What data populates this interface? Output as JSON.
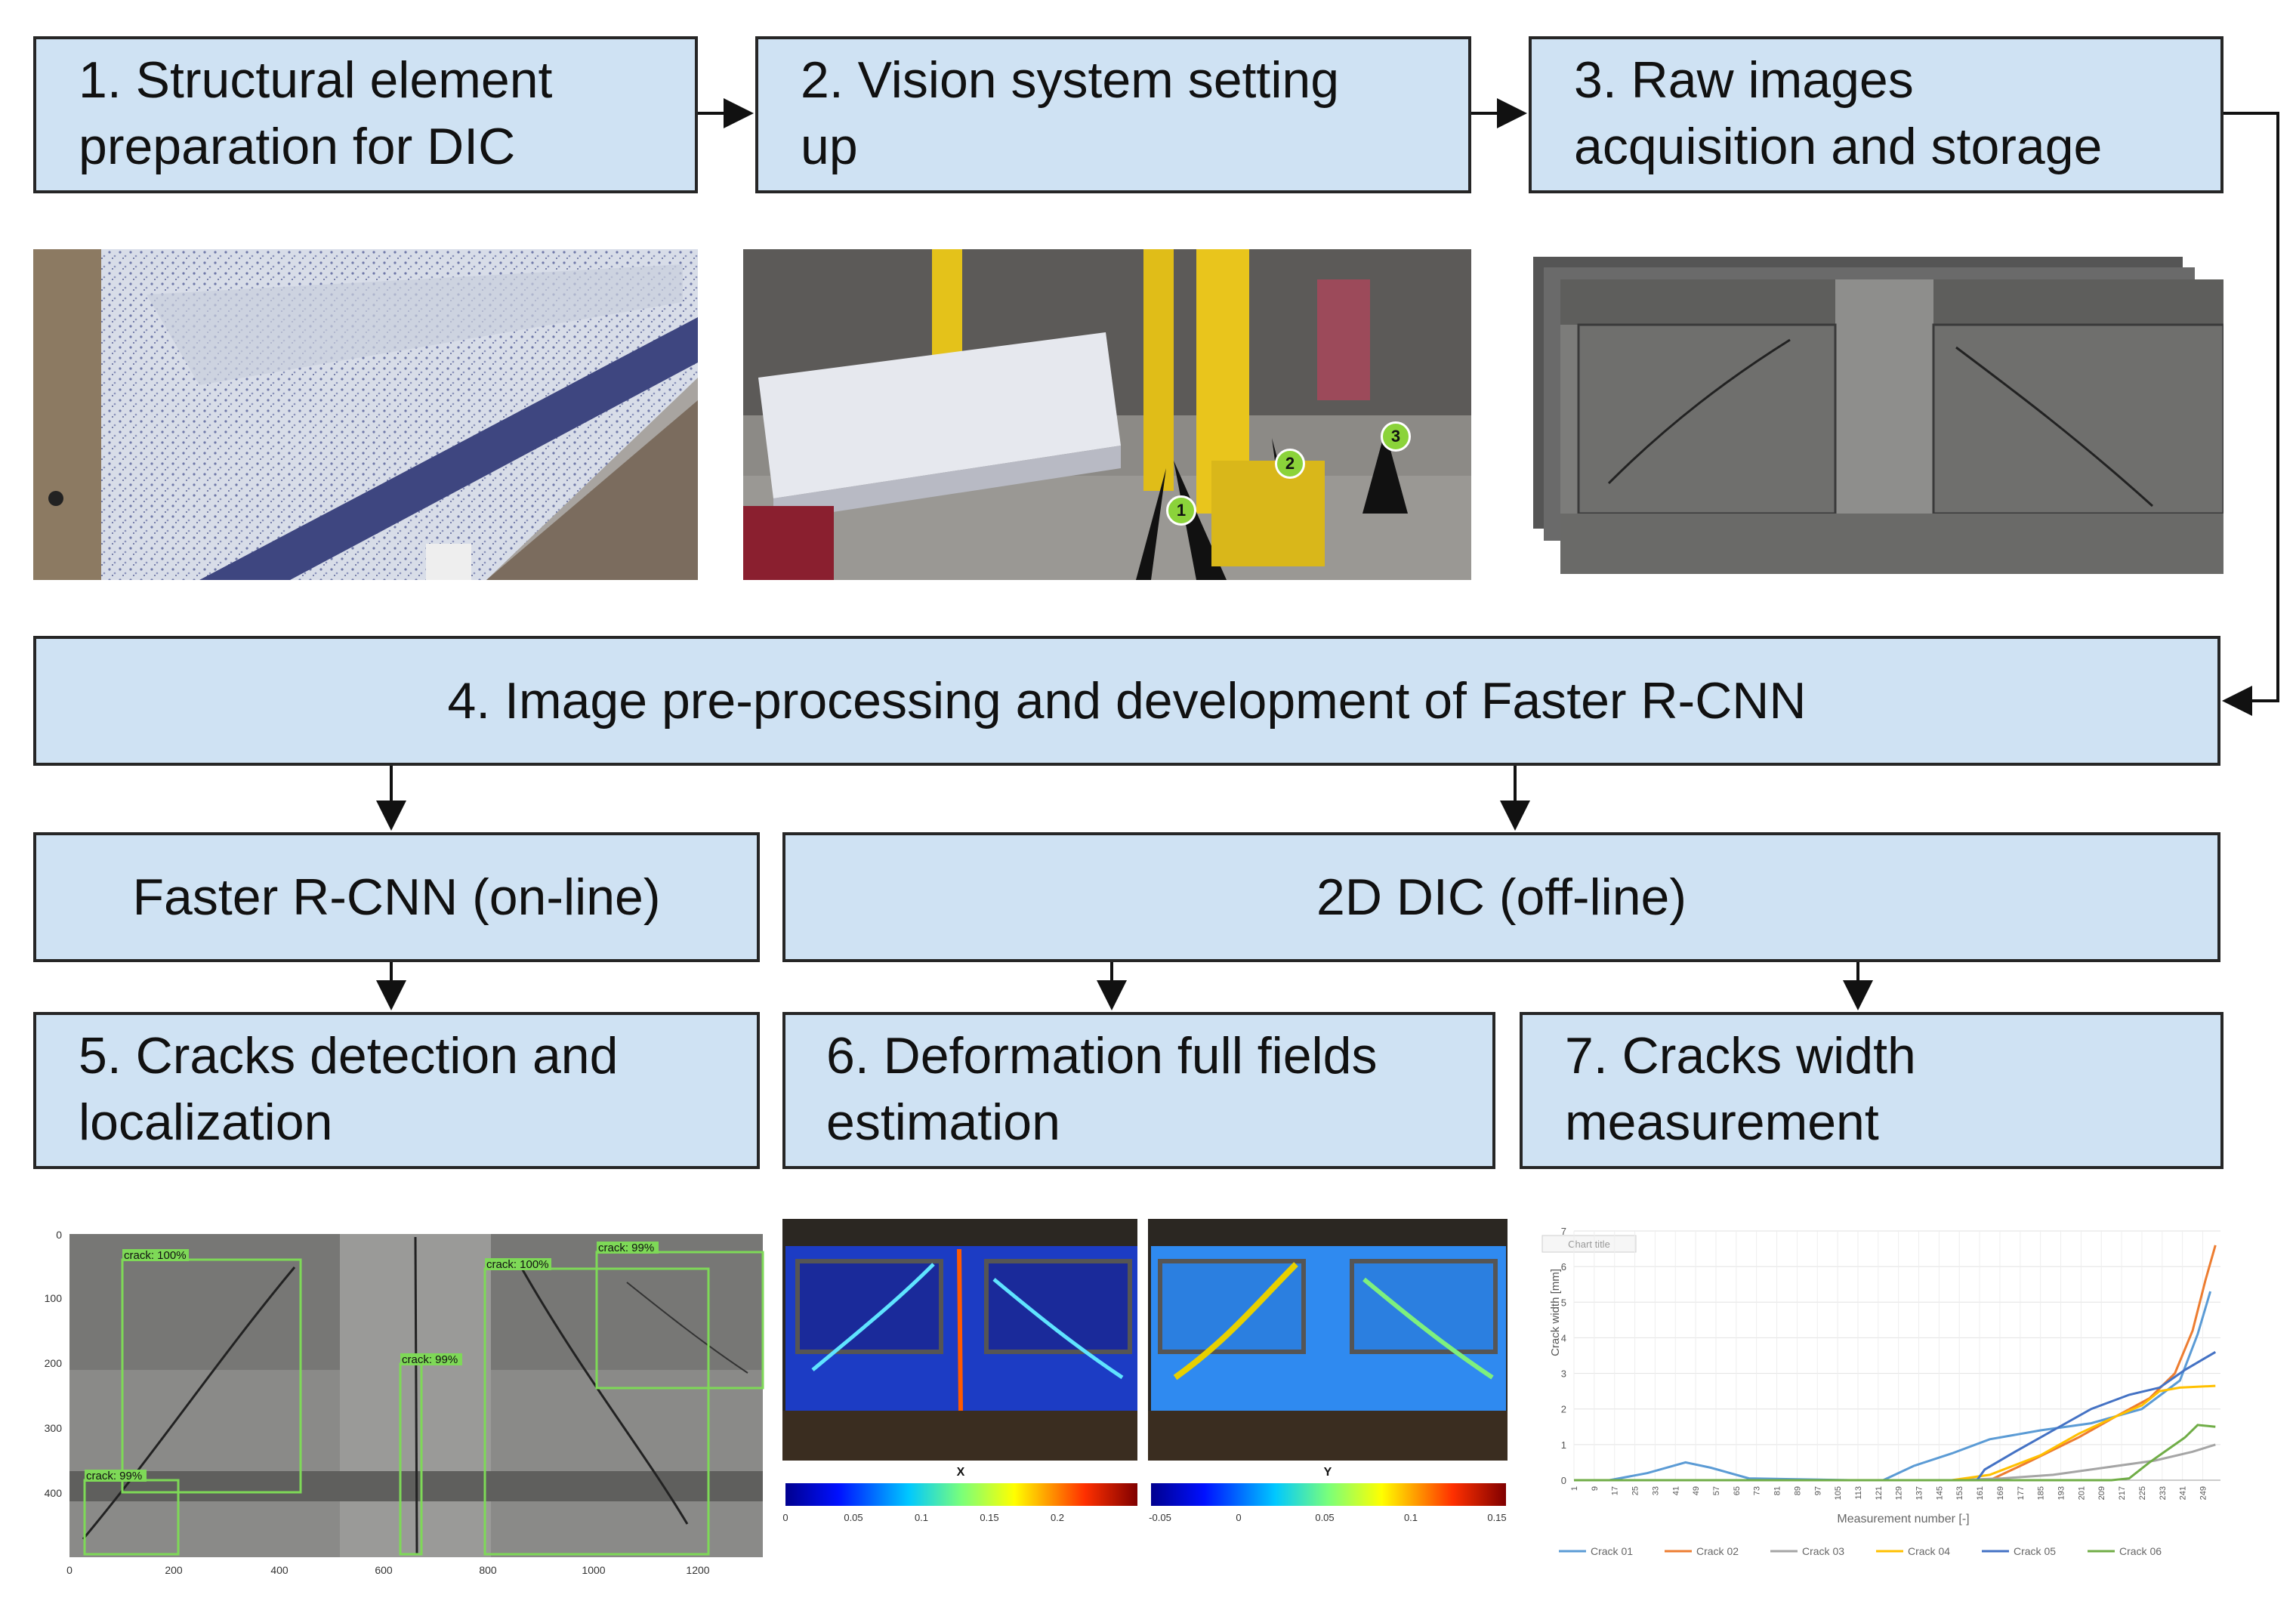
{
  "steps": {
    "s1": {
      "line1": "1. Structural element",
      "line2": "preparation for DIC"
    },
    "s2": {
      "line1": "2. Vision system setting",
      "line2": "up"
    },
    "s3": {
      "line1": "3. Raw images",
      "line2": "acquisition and storage"
    },
    "s4": {
      "text": "4. Image pre-processing and development of Faster R-CNN"
    },
    "online": {
      "text": "Faster R-CNN (on-line)"
    },
    "offline": {
      "text": "2D DIC (off-line)"
    },
    "s5": {
      "line1": "5. Cracks detection and",
      "line2": "localization"
    },
    "s6": {
      "line1": "6. Deformation full fields",
      "line2": "estimation"
    },
    "s7": {
      "line1": "7. Cracks width",
      "line2": "measurement"
    }
  },
  "camera_markers": [
    "1",
    "2",
    "3"
  ],
  "detection": {
    "labels": [
      "crack: 100%",
      "crack: 99%",
      "crack: 100%",
      "crack: 99%",
      "crack: 99%"
    ],
    "y_ticks": [
      "0",
      "100",
      "200",
      "300",
      "400"
    ],
    "x_ticks": [
      "0",
      "200",
      "400",
      "600",
      "800",
      "1000",
      "1200"
    ]
  },
  "dic": {
    "x_label": "X",
    "y_label": "Y",
    "x_scale": [
      "0",
      "0.05",
      "0.1",
      "0.15",
      "0.2"
    ],
    "y_scale": [
      "-0.05",
      "0",
      "0.05",
      "0.1",
      "0.15"
    ]
  },
  "chart_data": {
    "type": "line",
    "ylabel": "Crack width [mm]",
    "xlabel": "Measurement number [-]",
    "legend_title": "Chart title",
    "ylim": [
      0,
      7
    ],
    "y_ticks": [
      "0",
      "1",
      "2",
      "3",
      "4",
      "5",
      "6",
      "7"
    ],
    "x_ticks": [
      "1",
      "9",
      "17",
      "25",
      "33",
      "41",
      "49",
      "57",
      "65",
      "73",
      "81",
      "89",
      "97",
      "105",
      "113",
      "121",
      "129",
      "137",
      "145",
      "153",
      "161",
      "169",
      "177",
      "185",
      "193",
      "201",
      "209",
      "217",
      "225",
      "233",
      "241",
      "249"
    ],
    "xlim": [
      1,
      256
    ],
    "legend_position": "bottom",
    "series": [
      {
        "name": "Crack 01",
        "color": "#5b9bd5",
        "points": [
          [
            1,
            0
          ],
          [
            15,
            0
          ],
          [
            30,
            0.2
          ],
          [
            45,
            0.5
          ],
          [
            55,
            0.35
          ],
          [
            70,
            0.05
          ],
          [
            110,
            0
          ],
          [
            123,
            0
          ],
          [
            135,
            0.4
          ],
          [
            150,
            0.75
          ],
          [
            165,
            1.15
          ],
          [
            185,
            1.4
          ],
          [
            205,
            1.6
          ],
          [
            225,
            2.0
          ],
          [
            240,
            2.8
          ],
          [
            247,
            4.1
          ],
          [
            252,
            5.3
          ]
        ]
      },
      {
        "name": "Crack 02",
        "color": "#ed7d31",
        "points": [
          [
            1,
            0
          ],
          [
            165,
            0
          ],
          [
            180,
            0.5
          ],
          [
            200,
            1.2
          ],
          [
            215,
            1.8
          ],
          [
            228,
            2.3
          ],
          [
            238,
            3.0
          ],
          [
            245,
            4.2
          ],
          [
            250,
            5.6
          ],
          [
            254,
            6.6
          ]
        ]
      },
      {
        "name": "Crack 03",
        "color": "#a5a5a5",
        "points": [
          [
            1,
            0
          ],
          [
            150,
            0
          ],
          [
            170,
            0.05
          ],
          [
            190,
            0.15
          ],
          [
            210,
            0.35
          ],
          [
            230,
            0.55
          ],
          [
            245,
            0.8
          ],
          [
            254,
            1.0
          ]
        ]
      },
      {
        "name": "Crack 04",
        "color": "#ffc000",
        "points": [
          [
            1,
            0
          ],
          [
            150,
            0
          ],
          [
            165,
            0.15
          ],
          [
            185,
            0.7
          ],
          [
            200,
            1.3
          ],
          [
            215,
            1.8
          ],
          [
            225,
            2.1
          ],
          [
            232,
            2.5
          ],
          [
            240,
            2.6
          ],
          [
            254,
            2.65
          ]
        ]
      },
      {
        "name": "Crack 05",
        "color": "#4472c4",
        "points": [
          [
            1,
            0
          ],
          [
            160,
            0
          ],
          [
            163,
            0.3
          ],
          [
            175,
            0.8
          ],
          [
            190,
            1.4
          ],
          [
            205,
            2.0
          ],
          [
            220,
            2.4
          ],
          [
            232,
            2.6
          ],
          [
            242,
            3.1
          ],
          [
            254,
            3.6
          ]
        ]
      },
      {
        "name": "Crack 06",
        "color": "#70ad47",
        "points": [
          [
            1,
            0
          ],
          [
            213,
            0
          ],
          [
            220,
            0.05
          ],
          [
            228,
            0.5
          ],
          [
            235,
            0.85
          ],
          [
            242,
            1.2
          ],
          [
            247,
            1.55
          ],
          [
            254,
            1.5
          ]
        ]
      }
    ]
  }
}
